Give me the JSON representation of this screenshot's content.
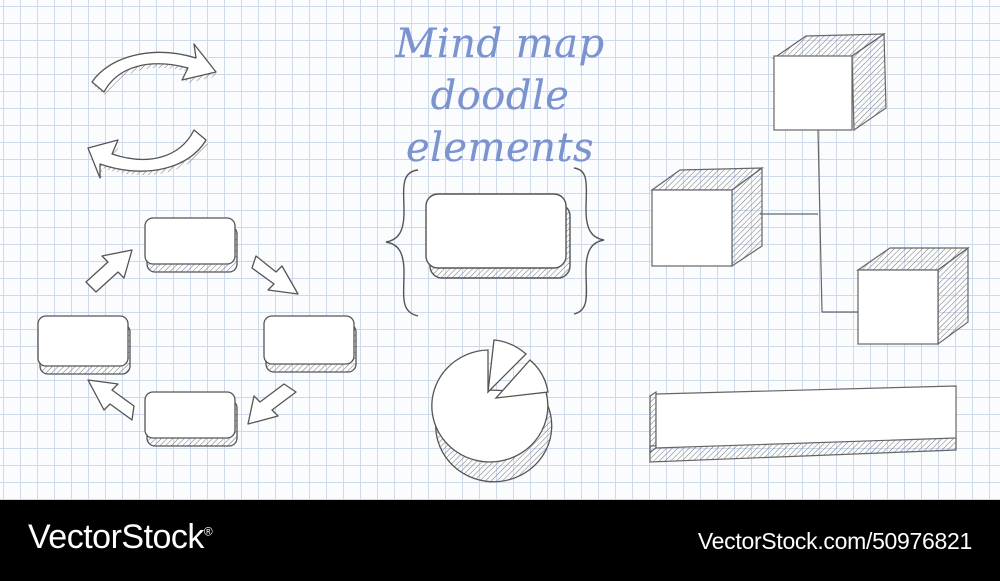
{
  "title": {
    "line1": "Mind map",
    "line2": "doodle elements"
  },
  "footer": {
    "brand": "VectorStock",
    "registered_mark": "®",
    "stock_id": "VectorStock.com/50976821"
  },
  "colors": {
    "title": "#7b93cf",
    "grid": "#cfd9ec",
    "ink": "#555555",
    "footer_background": "#000000"
  }
}
